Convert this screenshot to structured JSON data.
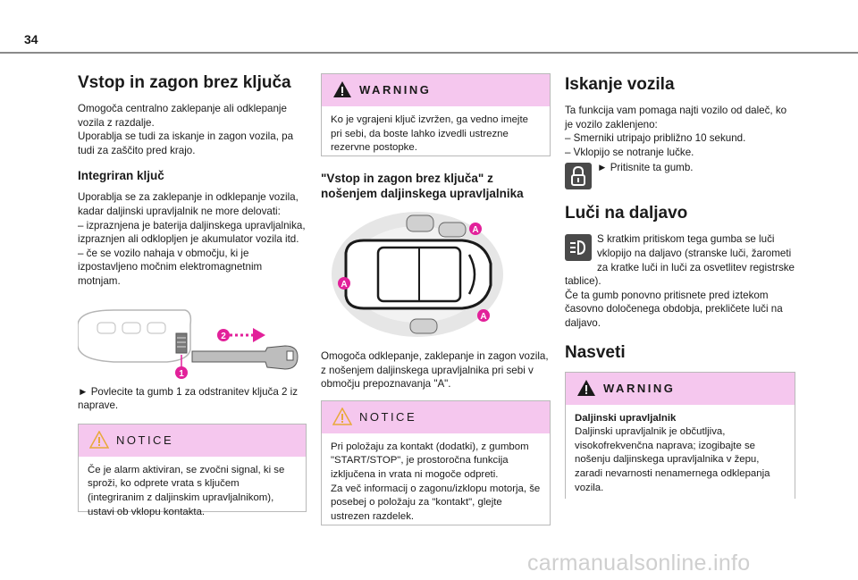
{
  "page": {
    "number": "34",
    "watermark": "carmanualsonline.info"
  },
  "col1": {
    "title": "Vstop in zagon brez ključa",
    "intro": "Omogoča centralno zaklepanje ali odklepanje vozila z razdalje.\nUporablja se tudi za iskanje in zagon vozila, pa tudi za zaščito pred krajo.",
    "subtitle": "Integriran ključ",
    "body": "Uporablja se za zaklepanje in odklepanje vozila, kadar daljinski upravljalnik ne more delovati:\n–  izpraznjena je baterija daljinskega upravljalnika, izpraznjen ali odklopljen je akumulator vozila itd.\n–  če se vozilo nahaja v območju, ki je izpostavljeno močnim elektromagnetnim motnjam.",
    "figure_callouts": [
      "1",
      "2"
    ],
    "step": "►  Povlecite ta gumb 1 za odstranitev ključa 2 iz naprave.",
    "notice": {
      "label": "NOTICE",
      "text": "Če je alarm aktiviran, se zvočni signal, ki se sproži, ko odprete vrata s ključem (integriranim z daljinskim upravljalnikom), ustavi ob vklopu kontakta."
    }
  },
  "col2": {
    "warning": {
      "label": "WARNING",
      "text": "Ko je vgrajeni ključ izvržen, ga vedno imejte pri sebi, da boste lahko izvedli ustrezne rezervne postopke."
    },
    "subtitle": "\"Vstop in zagon brez ključa\" z nošenjem daljinskega upravljalnika",
    "figure_callouts": [
      "A",
      "A",
      "A"
    ],
    "body": "Omogoča odklepanje, zaklepanje in zagon vozila, z nošenjem daljinskega upravljalnika pri sebi v območju prepoznavanja \"A\".",
    "notice": {
      "label": "NOTICE",
      "text": "Pri položaju za kontakt (dodatki), z gumbom \"START/STOP\", je prostoročna funkcija izključena in vrata ni mogoče odpreti.\nZa več informacij o zagonu/izklopu motorja, še posebej o položaju za \"kontakt\", glejte ustrezen razdelek."
    }
  },
  "col3": {
    "title1": "Iskanje vozila",
    "search_body": "Ta funkcija vam pomaga najti vozilo od daleč, ko je vozilo zaklenjeno:\n–  Smerniki utripajo približno 10 sekund.\n–  Vklopijo se notranje lučke.",
    "search_step": "►  Pritisnite ta gumb.",
    "title2": "Luči na daljavo",
    "lights_body": "S kratkim pritiskom tega gumba se luči vklopijo na daljavo (stranske luči, žarometi za kratke luči in luči za osvetlitev registrske tablice).\nČe ta gumb ponovno pritisnete pred iztekom časovno določenega obdobja, prekličete luči na daljavo.",
    "title3": "Nasveti",
    "warning": {
      "label": "WARNING",
      "heading": "Daljinski upravljalnik",
      "text": "Daljinski upravljalnik je občutljiva, visokofrekvenčna naprava; izogibajte se nošenju daljinskega upravljalnika v žepu, zaradi nevarnosti nenamernega odklepanja vozila."
    }
  },
  "colors": {
    "box_header": "#f5c7ee",
    "callout": "#e2219a",
    "border": "#b9b9b9"
  }
}
